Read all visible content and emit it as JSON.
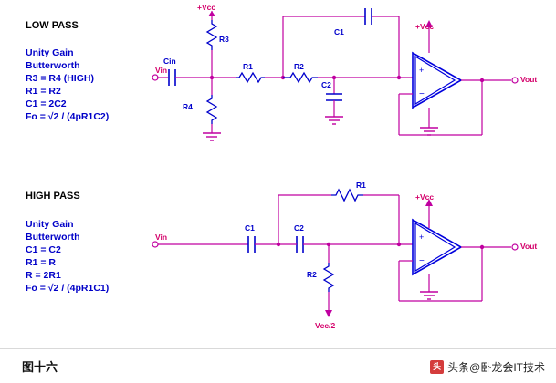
{
  "figure": {
    "caption": "图十六",
    "watermark": {
      "logo": "头",
      "text": "头条@卧龙会IT技术"
    }
  },
  "circuits": [
    {
      "id": "low-pass",
      "title": "LOW PASS",
      "specs": [
        "Unity Gain",
        "Butterworth",
        "R3 = R4 (HIGH)",
        "R1 = R2",
        "C1 = 2C2",
        "Fo = √2 / (4pR1C2)"
      ],
      "labels": {
        "vcc_top": "+Vcc",
        "vcc_op": "+Vcc",
        "vin": "Vin",
        "vout": "Vout",
        "cin": "Cin",
        "r3": "R3",
        "r4": "R4",
        "r1": "R1",
        "r2": "R2",
        "c1": "C1",
        "c2": "C2"
      }
    },
    {
      "id": "high-pass",
      "title": "HIGH PASS",
      "specs": [
        "Unity Gain",
        "Butterworth",
        "C1 = C2",
        "R1 = R",
        "R = 2R1",
        "Fo = √2 / (4pR1C1)"
      ],
      "labels": {
        "vcc_op": "+Vcc",
        "vin": "Vin",
        "vout": "Vout",
        "c1": "C1",
        "c2": "C2",
        "r1": "R1",
        "r2": "R2",
        "vcc_half": "Vcc/2"
      }
    }
  ],
  "colors": {
    "wire": "#c000a0",
    "component_blue": "#0000cc",
    "opamp": "#0000dd",
    "label_red": "#d4006a",
    "title_black": "#000000",
    "spec_blue": "#0000c8",
    "ground": "#c000a0"
  }
}
